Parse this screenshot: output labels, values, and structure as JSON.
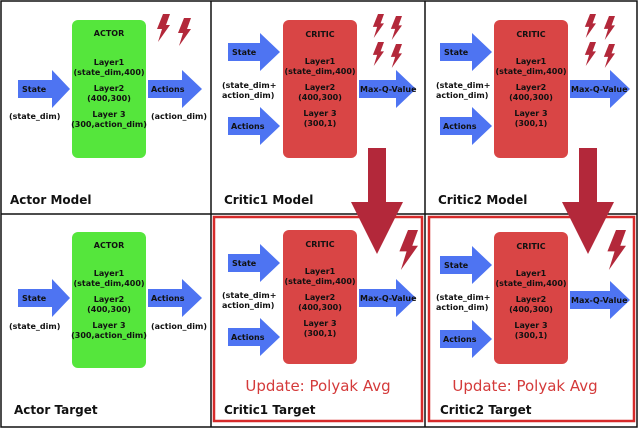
{
  "colors": {
    "actor": "#55e63c",
    "critic": "#d94545",
    "arrow": "#4e74f2",
    "bolt": "#b3283a",
    "update_arrow": "#b3283a",
    "target_border": "#d62a2a"
  },
  "actor_model": {
    "block_title": "ACTOR",
    "layer1": "Layer1",
    "layer1_dims": "(state_dim,400)",
    "layer2": "Layer2",
    "layer2_dims": "(400,300)",
    "layer3": "Layer 3",
    "layer3_dims": "(300,action_dim)",
    "input_label": "State",
    "input_dim": "(state_dim)",
    "output_label": "Actions",
    "output_dim": "(action_dim)",
    "caption": "Actor Model"
  },
  "actor_target": {
    "block_title": "ACTOR",
    "layer1": "Layer1",
    "layer1_dims": "(state_dim,400)",
    "layer2": "Layer2",
    "layer2_dims": "(400,300)",
    "layer3": "Layer 3",
    "layer3_dims": "(300,action_dim)",
    "input_label": "State",
    "input_dim": "(state_dim)",
    "output_label": "Actions",
    "output_dim": "(action_dim)",
    "caption": "Actor Target"
  },
  "critic1_model": {
    "block_title": "CRITIC",
    "layer1": "Layer1",
    "layer1_dims": "(state_dim,400)",
    "layer2": "Layer2",
    "layer2_dims": "(400,300)",
    "layer3": "Layer 3",
    "layer3_dims": "(300,1)",
    "state_label": "State",
    "state_dim_line1": "(state_dim+",
    "state_dim_line2": "action_dim)",
    "actions_label": "Actions",
    "output_label": "Max-Q-Value",
    "caption": "Critic1 Model"
  },
  "critic2_model": {
    "block_title": "CRITIC",
    "layer1": "Layer1",
    "layer1_dims": "(state_dim,400)",
    "layer2": "Layer2",
    "layer2_dims": "(400,300)",
    "layer3": "Layer 3",
    "layer3_dims": "(300,1)",
    "state_label": "State",
    "state_dim_line1": "(state_dim+",
    "state_dim_line2": "action_dim)",
    "actions_label": "Actions",
    "output_label": "Max-Q-Value",
    "caption": "Critic2 Model"
  },
  "critic1_target": {
    "block_title": "CRITIC",
    "layer1": "Layer1",
    "layer1_dims": "(state_dim,400)",
    "layer2": "Layer2",
    "layer2_dims": "(400,300)",
    "layer3": "Layer 3",
    "layer3_dims": "(300,1)",
    "state_label": "State",
    "state_dim_line1": "(state_dim+",
    "state_dim_line2": "action_dim)",
    "actions_label": "Actions",
    "output_label": "Max-Q-Value",
    "update_text": "Update: Polyak Avg",
    "caption": "Critic1 Target"
  },
  "critic2_target": {
    "block_title": "CRITIC",
    "layer1": "Layer1",
    "layer1_dims": "(state_dim,400)",
    "layer2": "Layer2",
    "layer2_dims": "(400,300)",
    "layer3": "Layer 3",
    "layer3_dims": "(300,1)",
    "state_label": "State",
    "state_dim_line1": "(state_dim+",
    "state_dim_line2": "action_dim)",
    "actions_label": "Actions",
    "output_label": "Max-Q-Value",
    "update_text": "Update: Polyak Avg",
    "caption": "Critic2 Target"
  }
}
